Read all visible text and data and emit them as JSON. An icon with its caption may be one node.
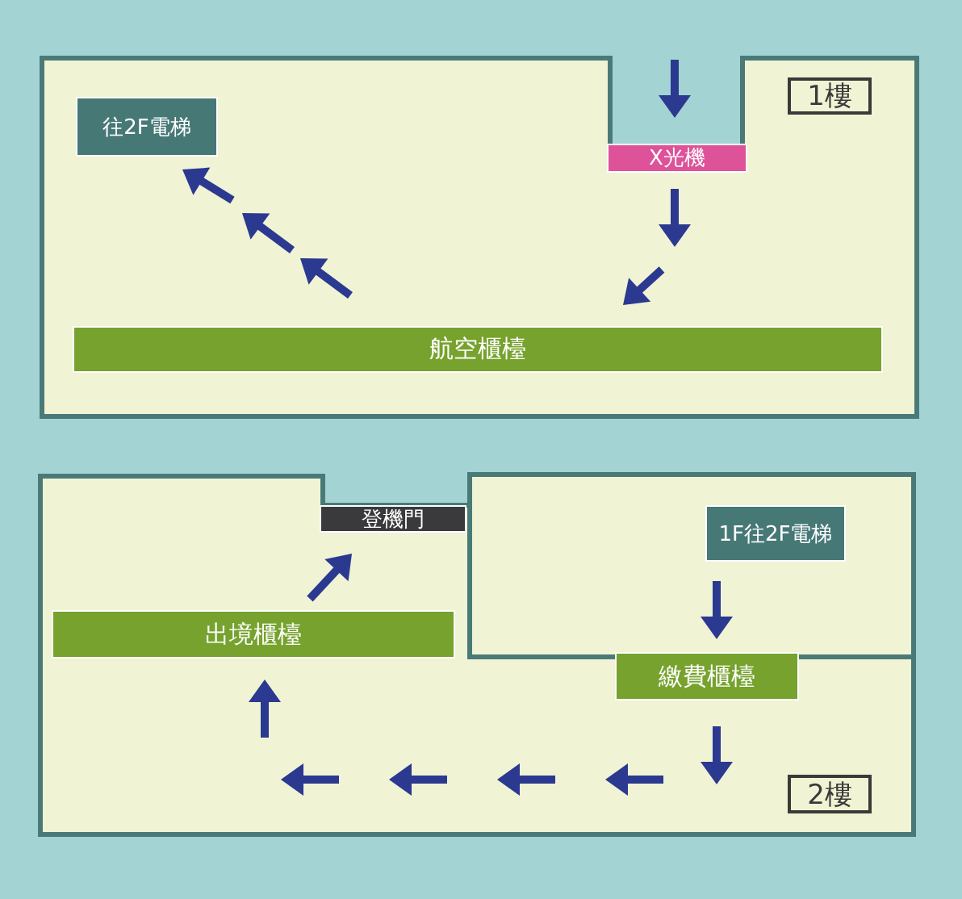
{
  "diagram": {
    "nodes": [
      {
        "text": [
          "往2F電梯"
        ]
      },
      {
        "text": [
          "X光機"
        ]
      },
      {
        "text": [
          "1樓"
        ]
      },
      {
        "text": [
          "航空櫃檯"
        ]
      },
      {
        "text": [
          "登機門"
        ]
      },
      {
        "text": [
          "1F往2F電梯"
        ]
      },
      {
        "text": [
          "出境櫃檯"
        ]
      },
      {
        "text": [
          "繳費櫃檯"
        ]
      },
      {
        "text": [
          "2樓"
        ]
      }
    ]
  }
}
